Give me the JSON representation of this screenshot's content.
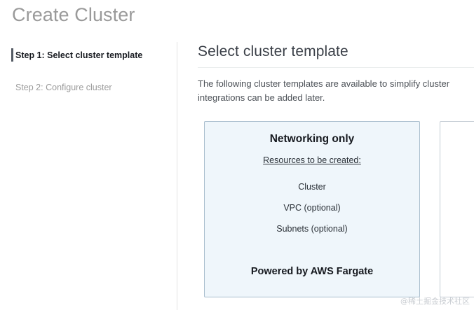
{
  "page": {
    "title": "Create Cluster",
    "watermark": "@稀土掘金技术社区"
  },
  "sidebar": {
    "steps": [
      {
        "label": "Step 1: Select cluster template",
        "state": "active"
      },
      {
        "label": "Step 2: Configure cluster",
        "state": "inactive"
      }
    ]
  },
  "main": {
    "heading": "Select cluster template",
    "description": "The following cluster templates are available to simplify cluster integrations can be added later.",
    "cards": [
      {
        "title": "Networking only",
        "subtitle": "Resources to be created:",
        "resources": [
          "Cluster",
          "VPC (optional)",
          "Subnets (optional)"
        ],
        "footer": "Powered by AWS Fargate",
        "selected": true
      },
      {
        "title": "",
        "subtitle": "",
        "resources": [],
        "footer": "",
        "selected": false
      }
    ]
  },
  "colors": {
    "selected_card_bg": "#eff6fb",
    "selected_card_border": "#a8bdcd",
    "active_step_marker": "#545b64",
    "page_title": "#9a9a9a"
  }
}
